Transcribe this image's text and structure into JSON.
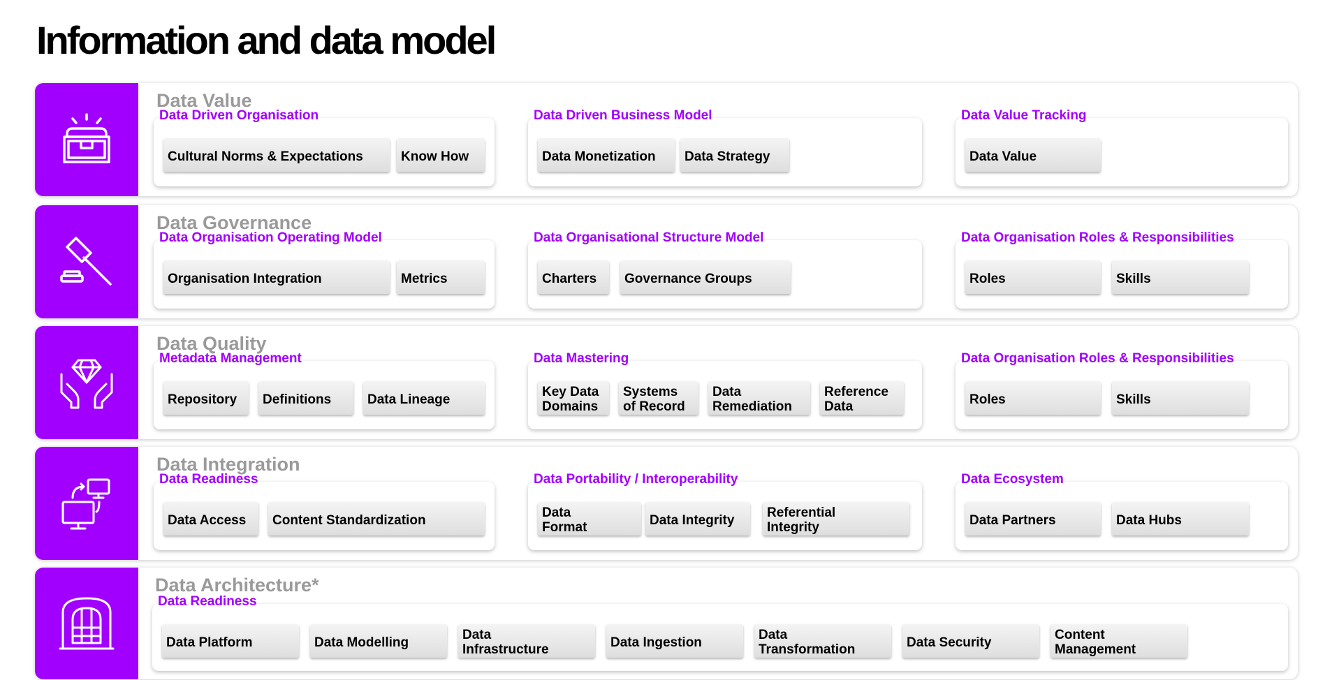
{
  "page_title": "Information and data model",
  "rows": [
    {
      "title": "Data Value",
      "icon": "treasure-chest-icon",
      "groups": [
        {
          "title": "Data Driven Organisation",
          "chips": [
            "Cultural Norms & Expectations",
            "Know How"
          ]
        },
        {
          "title": "Data Driven  Business Model",
          "chips": [
            "Data Monetization",
            "Data Strategy"
          ]
        },
        {
          "title": "Data Value Tracking",
          "chips": [
            "Data Value"
          ]
        }
      ]
    },
    {
      "title": "Data Governance",
      "icon": "gavel-icon",
      "groups": [
        {
          "title": "Data Organisation Operating Model",
          "chips": [
            "Organisation Integration",
            "Metrics"
          ]
        },
        {
          "title": "Data Organisational Structure Model",
          "chips": [
            "Charters",
            "Governance Groups"
          ]
        },
        {
          "title": "Data Organisation Roles & Responsibilities",
          "chips": [
            "Roles",
            "Skills"
          ]
        }
      ]
    },
    {
      "title": "Data Quality",
      "icon": "diamond-hands-icon",
      "groups": [
        {
          "title": "Metadata Management",
          "chips": [
            "Repository",
            "Definitions",
            "Data Lineage"
          ]
        },
        {
          "title": "Data Mastering",
          "chips": [
            "Key Data\nDomains",
            "Systems\nof Record",
            "Data\nRemediation",
            "Reference\nData"
          ]
        },
        {
          "title": "Data Organisation Roles & Responsibilities",
          "chips": [
            "Roles",
            "Skills"
          ]
        }
      ]
    },
    {
      "title": "Data Integration",
      "icon": "monitor-exchange-icon",
      "groups": [
        {
          "title": "Data Readiness",
          "chips": [
            "Data Access",
            "Content Standardization"
          ]
        },
        {
          "title": "Data Portability / Interoperability",
          "chips": [
            "Data\nFormat",
            "Data Integrity",
            "Referential\nIntegrity"
          ]
        },
        {
          "title": "Data Ecosystem",
          "chips": [
            "Data Partners",
            "Data Hubs"
          ]
        }
      ]
    },
    {
      "title": "Data Architecture*",
      "icon": "building-window-icon",
      "groups": [
        {
          "title": "Data Readiness",
          "chips": [
            "Data Platform",
            "Data Modelling",
            "Data\nInfrastructure",
            "Data Ingestion",
            "Data\nTransformation",
            "Data Security",
            "Content\nManagement"
          ]
        }
      ]
    }
  ]
}
